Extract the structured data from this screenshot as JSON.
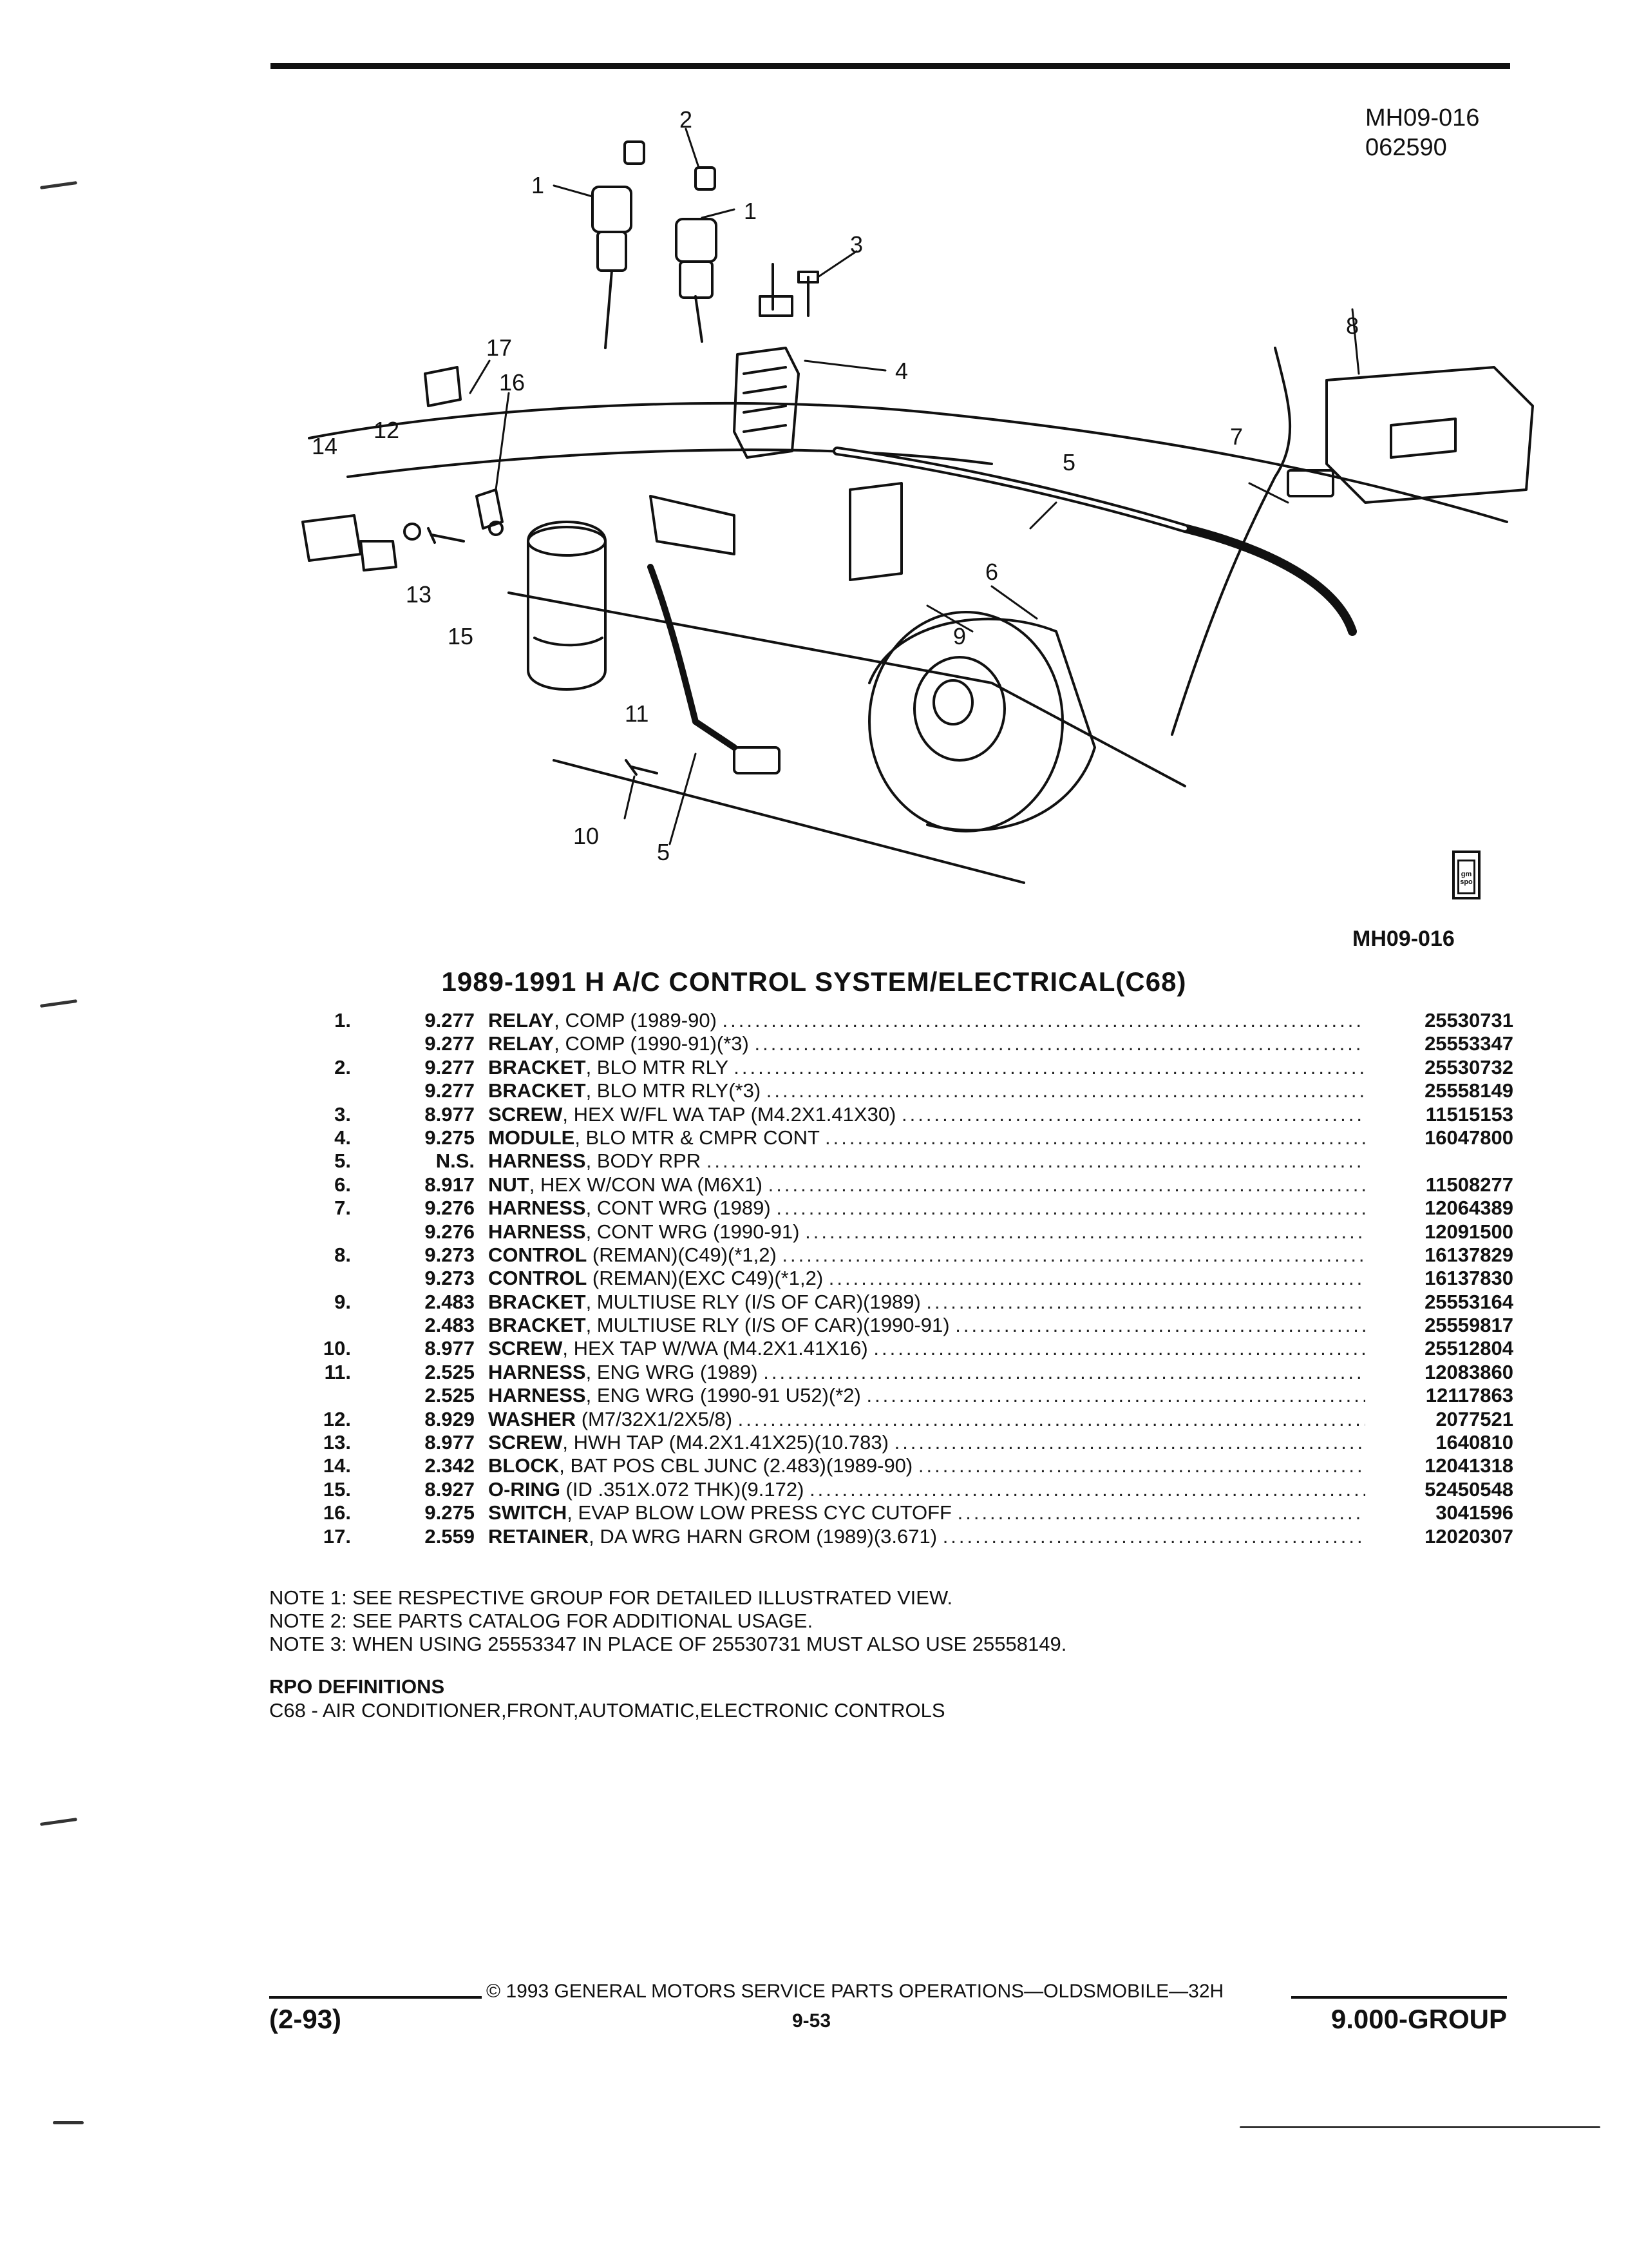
{
  "figure": {
    "code": "MH09-016",
    "date": "062590",
    "code_bottom": "MH09-016",
    "badge_text": "gm spo",
    "callouts": [
      "1",
      "2",
      "1",
      "3",
      "17",
      "16",
      "8",
      "4",
      "12",
      "14",
      "7",
      "5",
      "13",
      "6",
      "15",
      "9",
      "11",
      "10",
      "5"
    ]
  },
  "title": "1989-1991 H A/C CONTROL SYSTEM/ELECTRICAL(C68)",
  "parts": [
    {
      "num": "1.",
      "group": "9.277",
      "name": "RELAY",
      "detail": ", COMP (1989-90)",
      "part_no": "25530731"
    },
    {
      "num": "",
      "group": "9.277",
      "name": "RELAY",
      "detail": ", COMP (1990-91)(*3)",
      "part_no": "25553347"
    },
    {
      "num": "2.",
      "group": "9.277",
      "name": "BRACKET",
      "detail": ", BLO MTR RLY",
      "part_no": "25530732"
    },
    {
      "num": "",
      "group": "9.277",
      "name": "BRACKET",
      "detail": ", BLO MTR RLY(*3)",
      "part_no": "25558149"
    },
    {
      "num": "3.",
      "group": "8.977",
      "name": "SCREW",
      "detail": ", HEX W/FL WA TAP (M4.2X1.41X30)",
      "part_no": "11515153"
    },
    {
      "num": "4.",
      "group": "9.275",
      "name": "MODULE",
      "detail": ", BLO MTR & CMPR CONT",
      "part_no": "16047800"
    },
    {
      "num": "5.",
      "group": "N.S.",
      "name": "HARNESS",
      "detail": ", BODY RPR",
      "part_no": ""
    },
    {
      "num": "6.",
      "group": "8.917",
      "name": "NUT",
      "detail": ", HEX W/CON WA (M6X1)",
      "part_no": "11508277"
    },
    {
      "num": "7.",
      "group": "9.276",
      "name": "HARNESS",
      "detail": ", CONT WRG (1989)",
      "part_no": "12064389"
    },
    {
      "num": "",
      "group": "9.276",
      "name": "HARNESS",
      "detail": ", CONT WRG (1990-91)",
      "part_no": "12091500"
    },
    {
      "num": "8.",
      "group": "9.273",
      "name": "CONTROL",
      "detail": " (REMAN)(C49)(*1,2)",
      "part_no": "16137829"
    },
    {
      "num": "",
      "group": "9.273",
      "name": "CONTROL",
      "detail": " (REMAN)(EXC C49)(*1,2)",
      "part_no": "16137830"
    },
    {
      "num": "9.",
      "group": "2.483",
      "name": "BRACKET",
      "detail": ", MULTIUSE RLY (I/S OF CAR)(1989)",
      "part_no": "25553164"
    },
    {
      "num": "",
      "group": "2.483",
      "name": "BRACKET",
      "detail": ", MULTIUSE RLY (I/S OF CAR)(1990-91)",
      "part_no": "25559817"
    },
    {
      "num": "10.",
      "group": "8.977",
      "name": "SCREW",
      "detail": ", HEX TAP W/WA (M4.2X1.41X16)",
      "part_no": "25512804"
    },
    {
      "num": "11.",
      "group": "2.525",
      "name": "HARNESS",
      "detail": ", ENG WRG (1989)",
      "part_no": "12083860"
    },
    {
      "num": "",
      "group": "2.525",
      "name": "HARNESS",
      "detail": ", ENG WRG (1990-91 U52)(*2)",
      "part_no": "12117863"
    },
    {
      "num": "12.",
      "group": "8.929",
      "name": "WASHER",
      "detail": " (M7/32X1/2X5/8)",
      "part_no": "2077521"
    },
    {
      "num": "13.",
      "group": "8.977",
      "name": "SCREW",
      "detail": ", HWH TAP (M4.2X1.41X25)(10.783)",
      "part_no": "1640810"
    },
    {
      "num": "14.",
      "group": "2.342",
      "name": "BLOCK",
      "detail": ", BAT POS CBL JUNC (2.483)(1989-90)",
      "part_no": "12041318"
    },
    {
      "num": "15.",
      "group": "8.927",
      "name": "O-RING",
      "detail": " (ID .351X.072 THK)(9.172)",
      "part_no": "52450548"
    },
    {
      "num": "16.",
      "group": "9.275",
      "name": "SWITCH",
      "detail": ", EVAP BLOW LOW PRESS CYC CUTOFF",
      "part_no": "3041596"
    },
    {
      "num": "17.",
      "group": "2.559",
      "name": "RETAINER",
      "detail": ", DA WRG HARN GROM (1989)(3.671)",
      "part_no": "12020307"
    }
  ],
  "notes": [
    "NOTE  1:  SEE RESPECTIVE GROUP FOR DETAILED ILLUSTRATED VIEW.",
    "NOTE  2:  SEE PARTS CATALOG FOR ADDITIONAL USAGE.",
    "NOTE  3:  WHEN USING 25553347 IN PLACE OF 25530731 MUST ALSO USE 25558149."
  ],
  "rpo": {
    "heading": "RPO DEFINITIONS",
    "definition": "C68 - AIR CONDITIONER,FRONT,AUTOMATIC,ELECTRONIC CONTROLS"
  },
  "footer": {
    "copyright": "© 1993 GENERAL MOTORS SERVICE PARTS OPERATIONS—OLDSMOBILE—32H",
    "left": "(2-93)",
    "center": "9-53",
    "right": "9.000-GROUP"
  },
  "dot_leader": "........................................................................................................................"
}
